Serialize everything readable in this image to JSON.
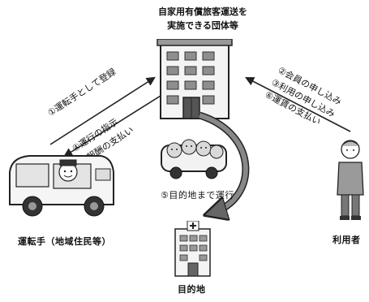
{
  "organization": {
    "title_line1": "自家用有償旅客運送を",
    "title_line2": "実施できる団体等"
  },
  "left_flows": {
    "to_org": "①運転手として登録",
    "from_org_line1": "④運行の指示",
    "from_org_line2": "⑦報酬の支払い"
  },
  "right_flows": {
    "line1": "②会員の申し込み",
    "line2": "③利用の申し込み",
    "line3": "⑥運賃の支払い"
  },
  "trip": {
    "label": "⑤目的地まで運行"
  },
  "driver": {
    "label": "運転手（地域住民等）"
  },
  "user": {
    "label": "利用者"
  },
  "destination": {
    "label": "目的地"
  },
  "colors": {
    "line": "#222222",
    "halftone": "#9a9a9a",
    "light": "#dcdcdc"
  }
}
